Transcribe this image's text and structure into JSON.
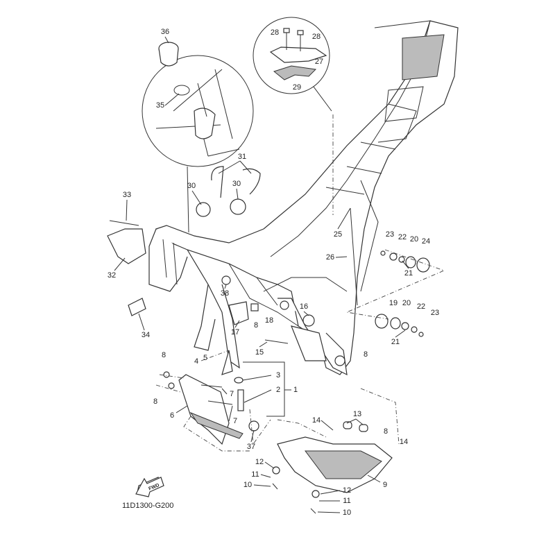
{
  "diagram": {
    "title_code": "11D1300-G200",
    "fwd_label": "FWD",
    "callouts": [
      "36",
      "35",
      "28",
      "28",
      "27",
      "29",
      "31",
      "30",
      "30",
      "33",
      "32",
      "34",
      "38",
      "8",
      "18",
      "17",
      "16",
      "15",
      "25",
      "26",
      "23",
      "22",
      "20",
      "24",
      "21",
      "19",
      "20",
      "22",
      "23",
      "21",
      "8",
      "8",
      "4",
      "5",
      "3",
      "2",
      "1",
      "7",
      "7",
      "8",
      "6",
      "37",
      "14",
      "13",
      "8",
      "14",
      "12",
      "11",
      "10",
      "9",
      "12",
      "11",
      "10"
    ]
  }
}
